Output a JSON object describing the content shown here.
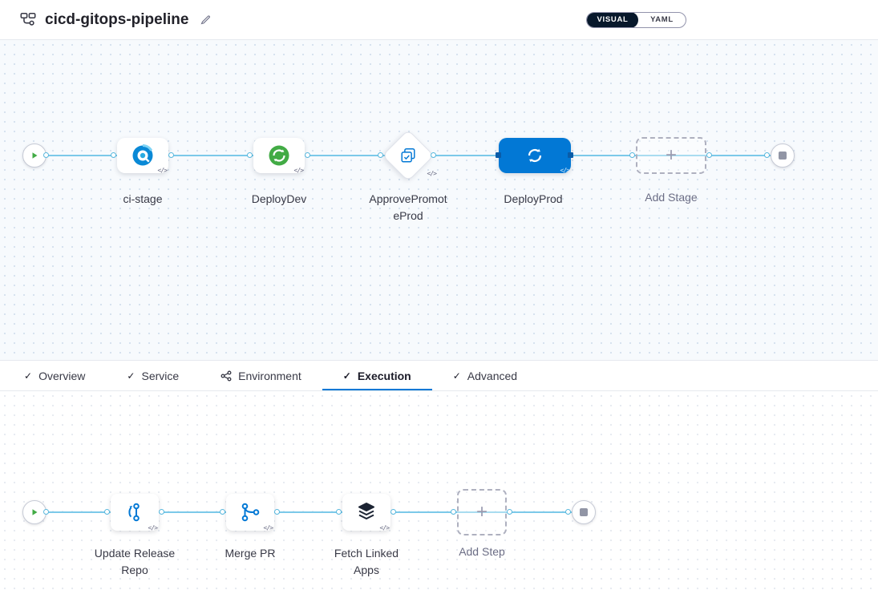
{
  "header": {
    "title": "cicd-gitops-pipeline",
    "visual_label": "VISUAL",
    "yaml_label": "YAML"
  },
  "glyphs": {
    "plus": "+",
    "code": "</>",
    "check": "✓"
  },
  "pipeline": {
    "stages": [
      {
        "label": "ci-stage",
        "type": "ci"
      },
      {
        "label": "DeployDev",
        "type": "cd"
      },
      {
        "label": "ApprovePromoteProd",
        "type": "approval"
      },
      {
        "label": "DeployProd",
        "type": "cd",
        "selected": true
      }
    ],
    "add_stage_label": "Add Stage"
  },
  "tabs": [
    {
      "label": "Overview",
      "icon": "check"
    },
    {
      "label": "Service",
      "icon": "check"
    },
    {
      "label": "Environment",
      "icon": "environment"
    },
    {
      "label": "Execution",
      "icon": "check",
      "active": true
    },
    {
      "label": "Advanced",
      "icon": "check"
    }
  ],
  "execution": {
    "steps": [
      {
        "label": "Update Release Repo",
        "type": "update-release-repo"
      },
      {
        "label": "Merge PR",
        "type": "merge-pr"
      },
      {
        "label": "Fetch Linked Apps",
        "type": "fetch-linked-apps"
      }
    ],
    "add_step_label": "Add Step"
  },
  "colors": {
    "accent_blue": "#0278D5",
    "cd_green": "#42AB45",
    "ci_blue": "#0A89D6",
    "connector": "#7CC9E9",
    "toggle_dark": "#07182B"
  }
}
